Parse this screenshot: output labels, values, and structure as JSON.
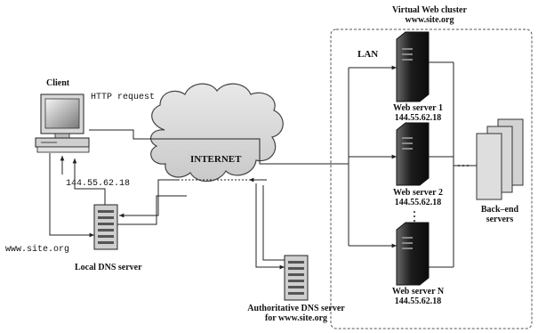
{
  "cluster": {
    "title_line1": "Virtual Web cluster",
    "title_line2": "www.site.org",
    "lan_label": "LAN"
  },
  "client": {
    "label": "Client",
    "http_request": "HTTP request",
    "ip_reply": "144.55.62.18",
    "domain_query": "www.site.org"
  },
  "internet": {
    "label": "INTERNET"
  },
  "local_dns": {
    "label": "Local DNS server"
  },
  "auth_dns": {
    "label_line1": "Authoritative DNS server",
    "label_line2": "for www.site.org"
  },
  "web_servers": [
    {
      "name": "Web server 1",
      "ip": "144.55.62.18"
    },
    {
      "name": "Web server 2",
      "ip": "144.55.62.18"
    },
    {
      "name": "Web server N",
      "ip": "144.55.62.18"
    }
  ],
  "backend": {
    "label_line1": "Back–end",
    "label_line2": "servers"
  }
}
